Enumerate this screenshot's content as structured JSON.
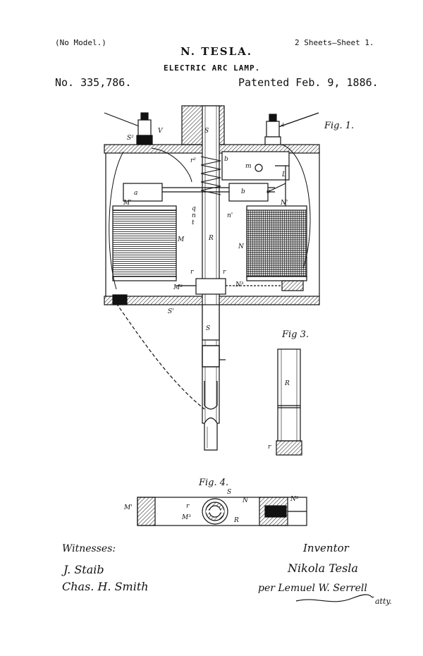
{
  "header": {
    "no_model": "(No Model.)",
    "sheets": "2 Sheets—Sheet 1.",
    "inventor_name": "N. TESLA.",
    "title": "ELECTRIC ARC LAMP.",
    "patent_number": "No. 335,786.",
    "patented_date": "Patented Feb. 9, 1886."
  },
  "figures": {
    "fig1": "Fig. 1.",
    "fig3": "Fig 3.",
    "fig4": "Fig. 4."
  },
  "labels": {
    "fig1": [
      "S²",
      "V",
      "+",
      "S",
      "r²",
      "b",
      "m",
      "L",
      "a",
      "c",
      "b",
      "M'",
      "N'",
      "q",
      "n",
      "n'",
      "t",
      "R",
      "M",
      "N",
      "r",
      "r",
      "M³",
      "N³",
      "S'",
      "S"
    ],
    "fig3": [
      "R",
      "r"
    ],
    "fig4": [
      "M'",
      "S",
      "N",
      "N²",
      "r",
      "M³",
      "R"
    ]
  },
  "signatures": {
    "witnesses_label": "Witnesses:",
    "witness_1": "J. Staib",
    "witness_2": "Chas. H. Smith",
    "inventor_label": "Inventor",
    "inventor_signature": "Nikola Tesla",
    "attorney_signature": "per Lemuel W. Serrell",
    "attorney_suffix": "atty."
  }
}
